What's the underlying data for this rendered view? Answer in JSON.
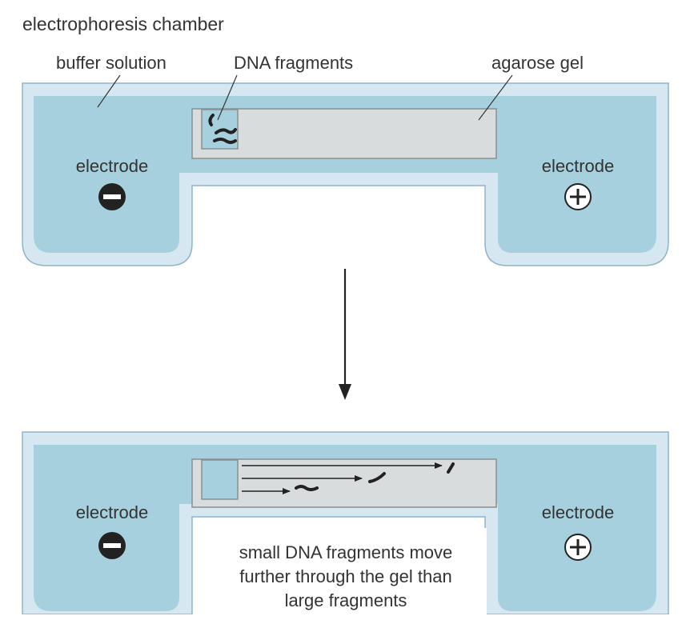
{
  "title": "electrophoresis chamber",
  "labels": {
    "buffer_solution": "buffer solution",
    "dna_fragments": "DNA fragments",
    "agarose_gel": "agarose gel",
    "electrode_negative_top": "electrode",
    "electrode_positive_top": "electrode",
    "electrode_negative_bottom": "electrode",
    "electrode_positive_bottom": "electrode"
  },
  "caption": {
    "line1": "small DNA fragments move",
    "line2": "further through the gel than",
    "line3": "large fragments"
  },
  "colors": {
    "buffer": "#a6d0de",
    "wall": "#d6e7f1",
    "wall_edge": "#8fb4c8",
    "gel": "#d9dcdd",
    "gel_edge": "#8a8f92",
    "ink": "#222222"
  },
  "icons": {
    "negative": "minus-circle-icon",
    "positive": "plus-circle-icon",
    "flow": "down-arrow-icon"
  }
}
